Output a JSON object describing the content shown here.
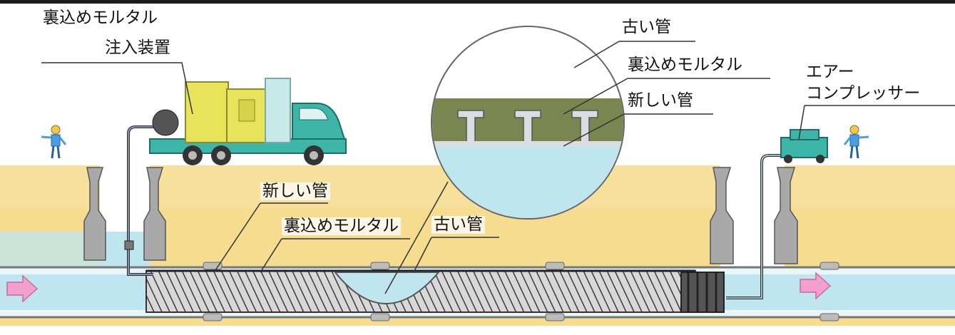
{
  "labels": {
    "mortar_injector_line1": "裏込めモルタル",
    "mortar_injector_line2": "注入装置",
    "inset_old_pipe": "古い管",
    "inset_mortar": "裏込めモルタル",
    "inset_new_pipe": "新しい管",
    "compressor_line1": "エアー",
    "compressor_line2": "コンプレッサー",
    "tunnel_new_pipe": "新しい管",
    "tunnel_mortar": "裏込めモルタル",
    "tunnel_old_pipe": "古い管"
  },
  "colors": {
    "ground": "#f6dc8e",
    "water": "#bfe6ee",
    "old_pipe": "#9a9a9a",
    "mortar_inset": "#7a8650",
    "truck_cab": "#3db5a8",
    "generator": "#e7e35a",
    "flow_arrow": "#f39fd0",
    "manhole": "#a9a9a9"
  },
  "icons": [
    "worker-icon",
    "truck-icon",
    "compressor-icon",
    "flow-arrow-icon"
  ]
}
